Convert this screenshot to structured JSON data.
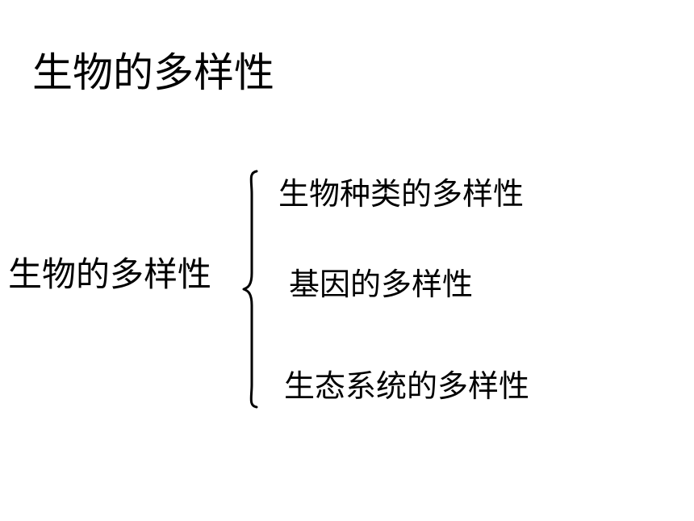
{
  "slide": {
    "title": "生物的多样性",
    "root_label": "生物的多样性",
    "branches": [
      "生物种类的多样性",
      "基因的多样性",
      "生态系统的多样性"
    ]
  },
  "colors": {
    "background": "#ffffff",
    "text": "#000000"
  }
}
